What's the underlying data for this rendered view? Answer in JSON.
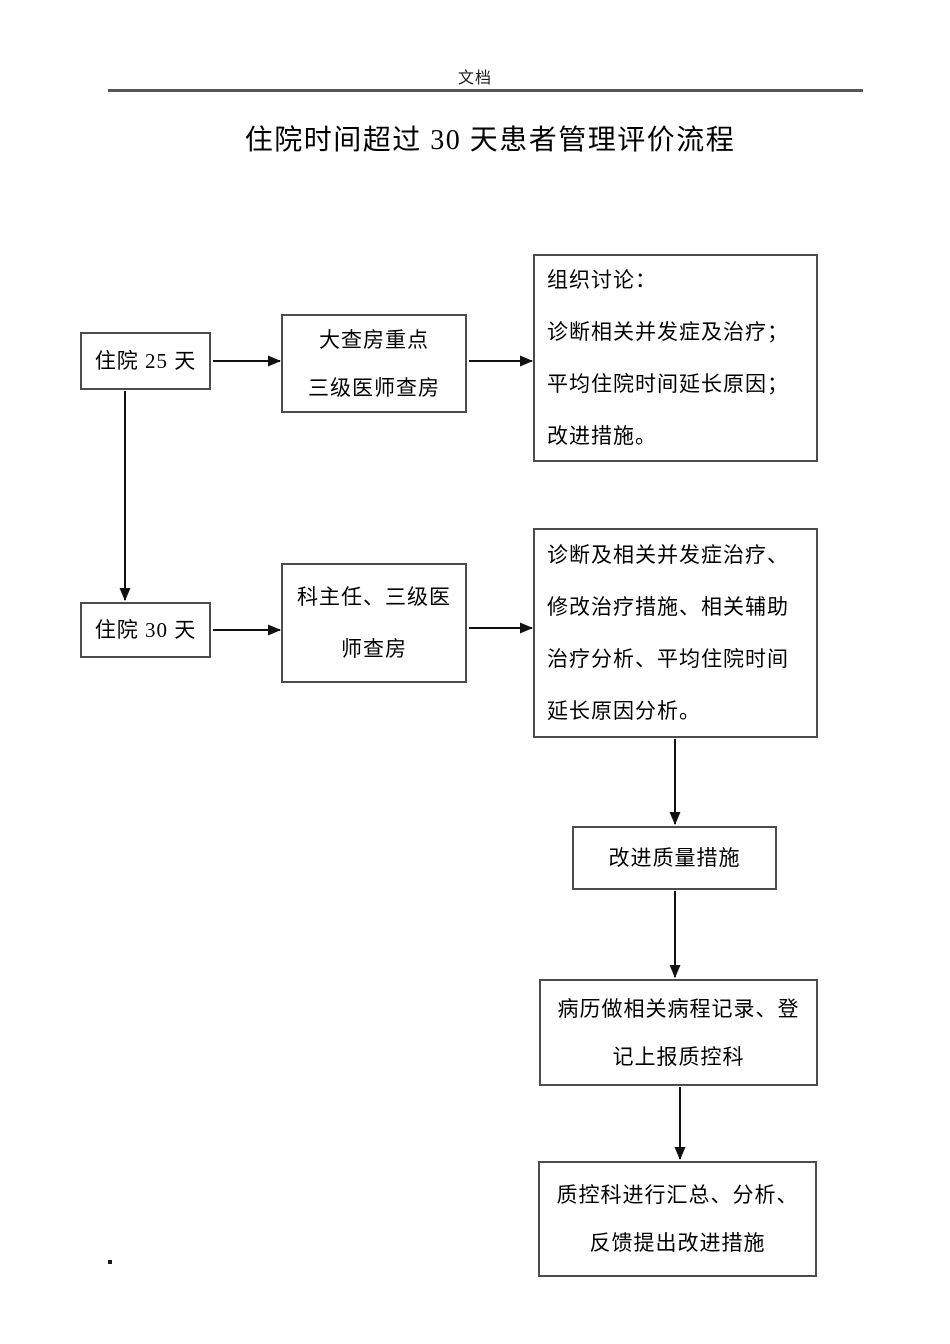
{
  "page": {
    "header_label": "文档",
    "title": "住院时间超过 30 天患者管理评价流程"
  },
  "flowchart": {
    "nodes": {
      "day25": {
        "label": "住院 25 天"
      },
      "grand_round": {
        "lines": [
          "大查房重点",
          "三级医师查房"
        ]
      },
      "discussion": {
        "lines": [
          "组织讨论：",
          "诊断相关并发症及治疗；",
          "平均住院时间延长原因；",
          "改进措施。"
        ]
      },
      "day30": {
        "label": "住院 30 天"
      },
      "chief_round": {
        "lines": [
          "科主任、三级医",
          "师查房"
        ]
      },
      "analysis": {
        "lines": [
          "诊断及相关并发症治疗、",
          "修改治疗措施、相关辅助",
          "治疗分析、平均住院时间",
          "延长原因分析。"
        ]
      },
      "improve": {
        "label": "改进质量措施"
      },
      "record": {
        "lines": [
          "病历做相关病程记录、登",
          "记上报质控科"
        ]
      },
      "qc": {
        "lines": [
          "质控科进行汇总、分析、",
          "反馈提出改进措施"
        ]
      }
    },
    "edges": [
      {
        "from": "day25",
        "to": "grand_round"
      },
      {
        "from": "grand_round",
        "to": "discussion"
      },
      {
        "from": "day25",
        "to": "day30"
      },
      {
        "from": "day30",
        "to": "chief_round"
      },
      {
        "from": "chief_round",
        "to": "analysis"
      },
      {
        "from": "analysis",
        "to": "improve"
      },
      {
        "from": "improve",
        "to": "record"
      },
      {
        "from": "record",
        "to": "qc"
      }
    ]
  }
}
